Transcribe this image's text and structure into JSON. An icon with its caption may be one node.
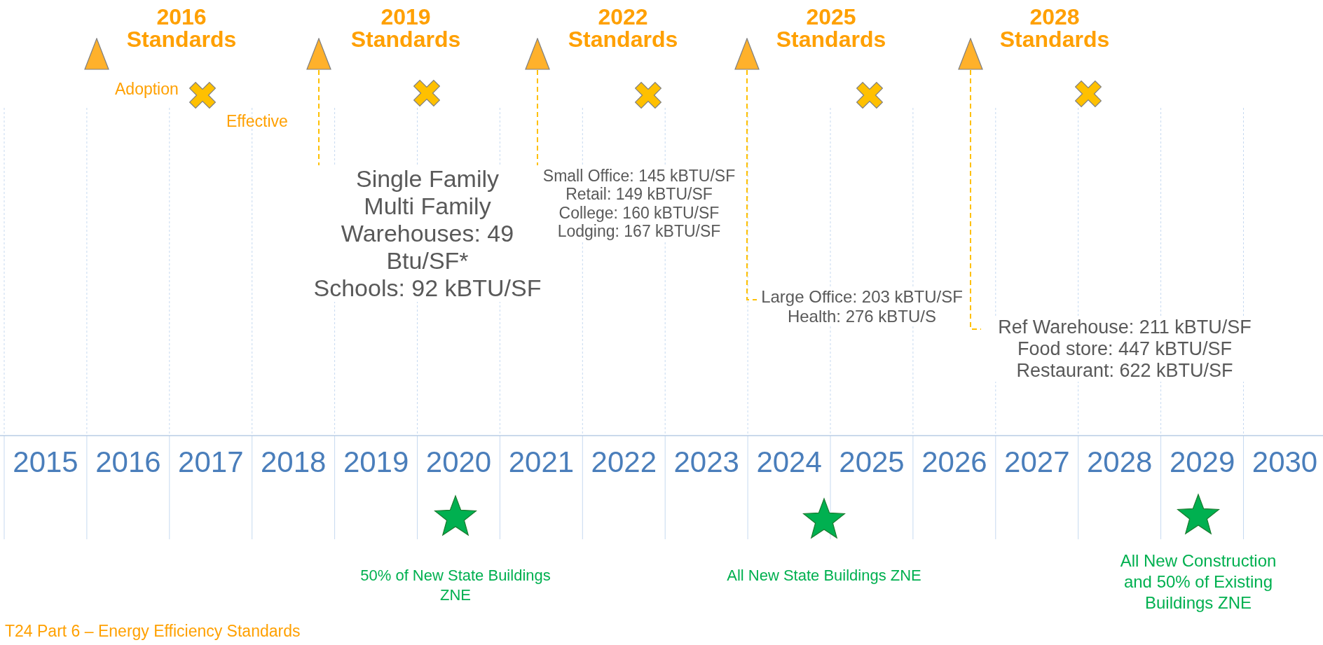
{
  "diagram": {
    "caption": "T24 Part 6 – Energy Efficiency Standards",
    "nodes": [
      {
        "text": [],
        "shape": "triangle"
      },
      {
        "text": [],
        "shape": "triangle"
      },
      {
        "text": [],
        "shape": "triangle"
      },
      {
        "text": [],
        "shape": "triangle"
      },
      {
        "text": [],
        "shape": "triangle"
      },
      {
        "text": [
          "Single Family",
          "Multi Family",
          "Warehouses: 49 Btu/SF*",
          "Schools: 92 kBTU/SF"
        ]
      },
      {
        "text": [
          "Small Office: 145 kBTU/SF",
          "Retail: 149 kBTU/SF",
          "College: 160 kBTU/SF",
          "Lodging: 167 kBTU/SF"
        ]
      },
      {
        "text": [
          "Large Office: 203 kBTU/SF",
          "Health: 276 kBTU/S"
        ]
      },
      {
        "text": [
          "Ref Warehouse: 211 kBTU/SF",
          "Food store: 447 kBTU/SF",
          "Restaurant: 622 kBTU/SF"
        ]
      },
      {
        "text": [],
        "shape": "star",
        "beside": [
          "50% of New State Buildings ZNE"
        ]
      },
      {
        "text": [],
        "shape": "star",
        "beside": [
          "All New State Buildings ZNE"
        ]
      },
      {
        "text": [],
        "shape": "star",
        "beside": [
          "All New Construction and 50% of Existing Buildings ZNE"
        ]
      }
    ],
    "edges": [
      {
        "from": 1,
        "to": 5,
        "arrow": "none",
        "style": "dashed"
      },
      {
        "from": 2,
        "to": 6,
        "arrow": "none",
        "style": "dashed"
      },
      {
        "from": 3,
        "to": 7,
        "arrow": "none",
        "style": "dashed"
      },
      {
        "from": 4,
        "to": 8,
        "arrow": "none",
        "style": "dashed"
      }
    ],
    "labels": [
      "2016 Standards",
      "2019 Standards",
      "2022 Standards",
      "2025 Standards",
      "2028 Standards",
      "Adoption",
      "Effective",
      "2015",
      "2016",
      "2017",
      "2018",
      "2019",
      "2020",
      "2021",
      "2022",
      "2023",
      "2024",
      "2025",
      "2026",
      "2027",
      "2028",
      "2029",
      "2030"
    ]
  }
}
